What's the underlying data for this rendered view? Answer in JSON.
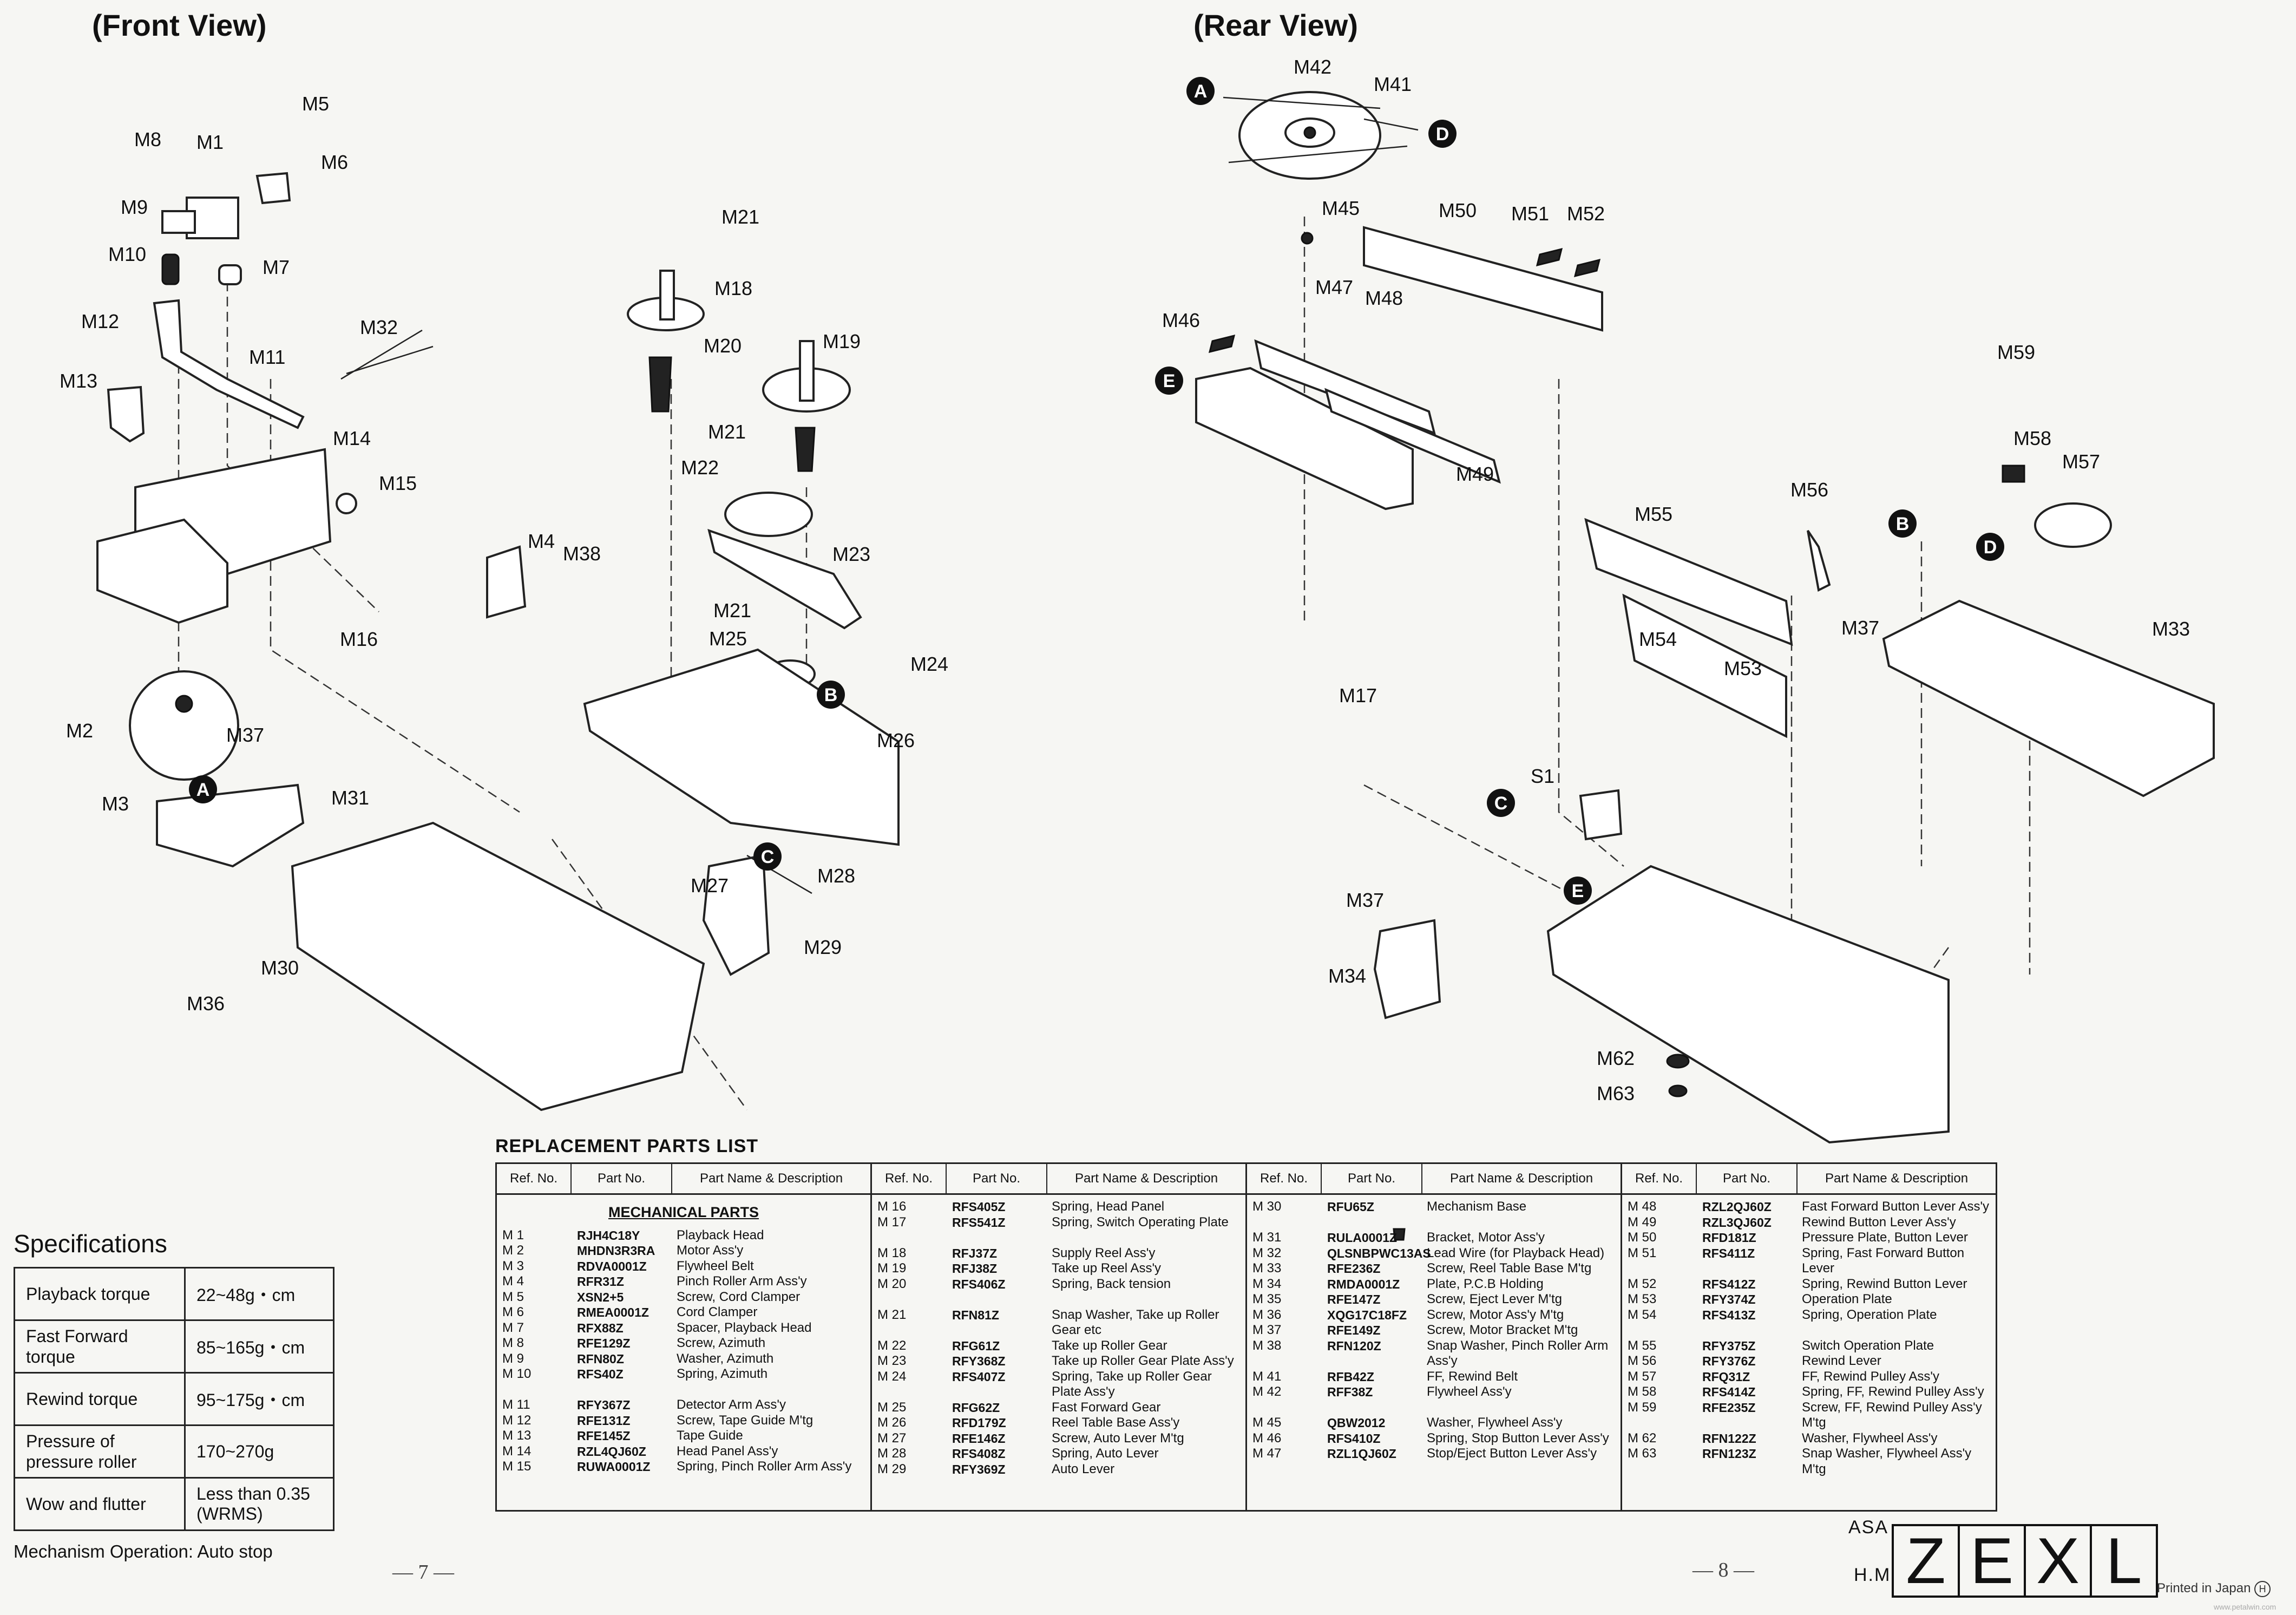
{
  "front_view_title": "(Front View)",
  "rear_view_title": "(Rear View)",
  "front_labels": [
    "M5",
    "M8",
    "M1",
    "M6",
    "M9",
    "M10",
    "M7",
    "M12",
    "M11",
    "M32",
    "M13",
    "M14",
    "M15",
    "M21",
    "M18",
    "M20",
    "M19",
    "M21",
    "M22",
    "M23",
    "M4",
    "M38",
    "M21",
    "M25",
    "M24",
    "M16",
    "M26",
    "M2",
    "M37",
    "M31",
    "M3",
    "M27",
    "M28",
    "M30",
    "M29",
    "M36"
  ],
  "rear_labels": [
    "M42",
    "M41",
    "M45",
    "M50",
    "M51",
    "M52",
    "M46",
    "M47",
    "M48",
    "M49",
    "M59",
    "M58",
    "M57",
    "M56",
    "M55",
    "M37",
    "M33",
    "M54",
    "M53",
    "M17",
    "S1",
    "M37",
    "M34",
    "M62",
    "M63"
  ],
  "markers": [
    "A",
    "B",
    "C",
    "D",
    "E"
  ],
  "parts_list": {
    "title": "REPLACEMENT PARTS LIST",
    "headers": [
      "Ref. No.",
      "Part No.",
      "Part Name & Description"
    ],
    "group_title": "MECHANICAL PARTS",
    "columns": [
      [
        {
          "ref": "M 1",
          "no": "RJH4C18Y",
          "desc": "Playback Head"
        },
        {
          "ref": "M 2",
          "no": "MHDN3R3RA",
          "desc": "Motor Ass'y"
        },
        {
          "ref": "M 3",
          "no": "RDVA0001Z",
          "desc": "Flywheel Belt"
        },
        {
          "ref": "M 4",
          "no": "RFR31Z",
          "desc": "Pinch Roller Arm Ass'y"
        },
        {
          "ref": "M 5",
          "no": "XSN2+5",
          "desc": "Screw, Cord Clamper"
        },
        {
          "ref": "M 6",
          "no": "RMEA0001Z",
          "desc": "Cord Clamper"
        },
        {
          "ref": "M 7",
          "no": "RFX88Z",
          "desc": "Spacer, Playback Head"
        },
        {
          "ref": "M 8",
          "no": "RFE129Z",
          "desc": "Screw, Azimuth"
        },
        {
          "ref": "M 9",
          "no": "RFN80Z",
          "desc": "Washer, Azimuth"
        },
        {
          "ref": "M 10",
          "no": "RFS40Z",
          "desc": "Spring, Azimuth"
        },
        {
          "gap": true
        },
        {
          "ref": "M 11",
          "no": "RFY367Z",
          "desc": "Detector Arm Ass'y"
        },
        {
          "ref": "M 12",
          "no": "RFE131Z",
          "desc": "Screw, Tape Guide M'tg"
        },
        {
          "ref": "M 13",
          "no": "RFE145Z",
          "desc": "Tape Guide"
        },
        {
          "ref": "M 14",
          "no": "RZL4QJ60Z",
          "desc": "Head Panel Ass'y"
        },
        {
          "ref": "M 15",
          "no": "RUWA0001Z",
          "desc": "Spring, Pinch Roller Arm Ass'y"
        }
      ],
      [
        {
          "ref": "M 16",
          "no": "RFS405Z",
          "desc": "Spring, Head Panel"
        },
        {
          "ref": "M 17",
          "no": "RFS541Z",
          "desc": "Spring, Switch Operating Plate"
        },
        {
          "gap": true
        },
        {
          "ref": "M 18",
          "no": "RFJ37Z",
          "desc": "Supply Reel Ass'y"
        },
        {
          "ref": "M 19",
          "no": "RFJ38Z",
          "desc": "Take up Reel Ass'y"
        },
        {
          "ref": "M 20",
          "no": "RFS406Z",
          "desc": "Spring, Back tension"
        },
        {
          "gap": true
        },
        {
          "ref": "M 21",
          "no": "RFN81Z",
          "desc": "Snap Washer, Take up Roller Gear etc"
        },
        {
          "ref": "M 22",
          "no": "RFG61Z",
          "desc": "Take up Roller Gear"
        },
        {
          "ref": "M 23",
          "no": "RFY368Z",
          "desc": "Take up Roller Gear Plate Ass'y"
        },
        {
          "ref": "M 24",
          "no": "RFS407Z",
          "desc": "Spring, Take up Roller Gear Plate Ass'y"
        },
        {
          "ref": "M 25",
          "no": "RFG62Z",
          "desc": "Fast Forward Gear"
        },
        {
          "ref": "M 26",
          "no": "RFD179Z",
          "desc": "Reel Table Base Ass'y"
        },
        {
          "ref": "M 27",
          "no": "RFE146Z",
          "desc": "Screw, Auto Lever M'tg"
        },
        {
          "ref": "M 28",
          "no": "RFS408Z",
          "desc": "Spring, Auto Lever"
        },
        {
          "ref": "M 29",
          "no": "RFY369Z",
          "desc": "Auto Lever"
        }
      ],
      [
        {
          "ref": "M 30",
          "no": "RFU65Z",
          "desc": "Mechanism Base"
        },
        {
          "gap": true
        },
        {
          "ref": "M 31",
          "no": "RULA0001Z",
          "desc": "Bracket, Motor Ass'y"
        },
        {
          "ref": "M 32",
          "no": "QLSNBPWC13AS",
          "desc": "Lead Wire (for Playback Head)"
        },
        {
          "ref": "M 33",
          "no": "RFE236Z",
          "desc": "Screw, Reel Table Base M'tg"
        },
        {
          "ref": "M 34",
          "no": "RMDA0001Z",
          "desc": "Plate, P.C.B Holding"
        },
        {
          "ref": "M 35",
          "no": "RFE147Z",
          "desc": "Screw, Eject Lever M'tg"
        },
        {
          "ref": "M 36",
          "no": "XQG17C18FZ",
          "desc": "Screw, Motor Ass'y M'tg"
        },
        {
          "ref": "M 37",
          "no": "RFE149Z",
          "desc": "Screw, Motor Bracket M'tg"
        },
        {
          "ref": "M 38",
          "no": "RFN120Z",
          "desc": "Snap Washer, Pinch Roller Arm Ass'y"
        },
        {
          "ref": "M 41",
          "no": "RFB42Z",
          "desc": "FF, Rewind Belt"
        },
        {
          "ref": "M 42",
          "no": "RFF38Z",
          "desc": "Flywheel Ass'y"
        },
        {
          "gap": true
        },
        {
          "ref": "M 45",
          "no": "QBW2012",
          "desc": "Washer, Flywheel Ass'y"
        },
        {
          "ref": "M 46",
          "no": "RFS410Z",
          "desc": "Spring, Stop Button Lever Ass'y"
        },
        {
          "ref": "M 47",
          "no": "RZL1QJ60Z",
          "desc": "Stop/Eject Button Lever Ass'y"
        }
      ],
      [
        {
          "ref": "M 48",
          "no": "RZL2QJ60Z",
          "desc": "Fast Forward Button Lever Ass'y"
        },
        {
          "ref": "M 49",
          "no": "RZL3QJ60Z",
          "desc": "Rewind Button Lever Ass'y"
        },
        {
          "ref": "M 50",
          "no": "RFD181Z",
          "desc": "Pressure Plate, Button Lever"
        },
        {
          "ref": "M 51",
          "no": "RFS411Z",
          "desc": "Spring, Fast Forward Button Lever"
        },
        {
          "ref": "M 52",
          "no": "RFS412Z",
          "desc": "Spring, Rewind Button Lever"
        },
        {
          "ref": "M 53",
          "no": "RFY374Z",
          "desc": "Operation Plate"
        },
        {
          "ref": "M 54",
          "no": "RFS413Z",
          "desc": "Spring, Operation Plate"
        },
        {
          "gap": true
        },
        {
          "ref": "M 55",
          "no": "RFY375Z",
          "desc": "Switch Operation Plate"
        },
        {
          "ref": "M 56",
          "no": "RFY376Z",
          "desc": "Rewind Lever"
        },
        {
          "ref": "M 57",
          "no": "RFQ31Z",
          "desc": "FF, Rewind Pulley Ass'y"
        },
        {
          "ref": "M 58",
          "no": "RFS414Z",
          "desc": "Spring, FF, Rewind Pulley Ass'y"
        },
        {
          "ref": "M 59",
          "no": "RFE235Z",
          "desc": "Screw, FF, Rewind Pulley Ass'y M'tg"
        },
        {
          "ref": "M 62",
          "no": "RFN122Z",
          "desc": "Washer, Flywheel Ass'y"
        },
        {
          "ref": "M 63",
          "no": "RFN123Z",
          "desc": "Snap Washer, Flywheel Ass'y M'tg"
        }
      ]
    ]
  },
  "specifications": {
    "title": "Specifications",
    "rows": [
      {
        "label": "Playback torque",
        "value": "22~48g・cm"
      },
      {
        "label": "Fast Forward torque",
        "value": "85~165g・cm"
      },
      {
        "label": "Rewind torque",
        "value": "95~175g・cm"
      },
      {
        "label": "Pressure of pressure roller",
        "value": "170~270g"
      },
      {
        "label": "Wow and flutter",
        "value": "Less than 0.35 (WRMS)"
      }
    ],
    "operation": "Mechanism Operation: Auto stop"
  },
  "page_left": "— 7 —",
  "page_right": "— 8 —",
  "footer": {
    "asa": "ASA",
    "hm": "H.M",
    "code_letters": [
      "Z",
      "E",
      "X",
      "L"
    ],
    "printed": "Printed in Japan",
    "printed_mark": "H",
    "watermark": "www.petalwin.com"
  }
}
